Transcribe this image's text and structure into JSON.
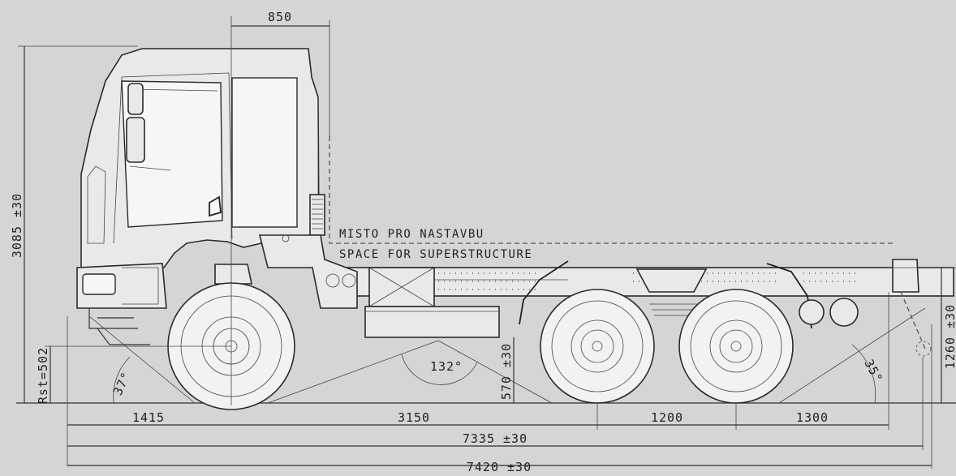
{
  "superstructure": {
    "label_cz": "MISTO PRO NASTAVBU",
    "label_en": "SPACE FOR SUPERSTRUCTURE"
  },
  "dimensions": {
    "cab_offset": "850",
    "overall_height": "3085 ±30",
    "frame_height": "1260 ±30",
    "static_radius": "Rst=502",
    "ground_clearance": "570 ±30",
    "front_overhang": "1415",
    "wheelbase": "3150",
    "axle_spacing": "1200",
    "rear_overhang": "1300",
    "frame_length": "7335 ±30",
    "overall_length": "7420 ±30"
  },
  "angles": {
    "approach": "37°",
    "breakover": "132°",
    "departure": "35°"
  },
  "colors": {
    "background": "#d4d5d7",
    "line": "#2a2a2a"
  }
}
